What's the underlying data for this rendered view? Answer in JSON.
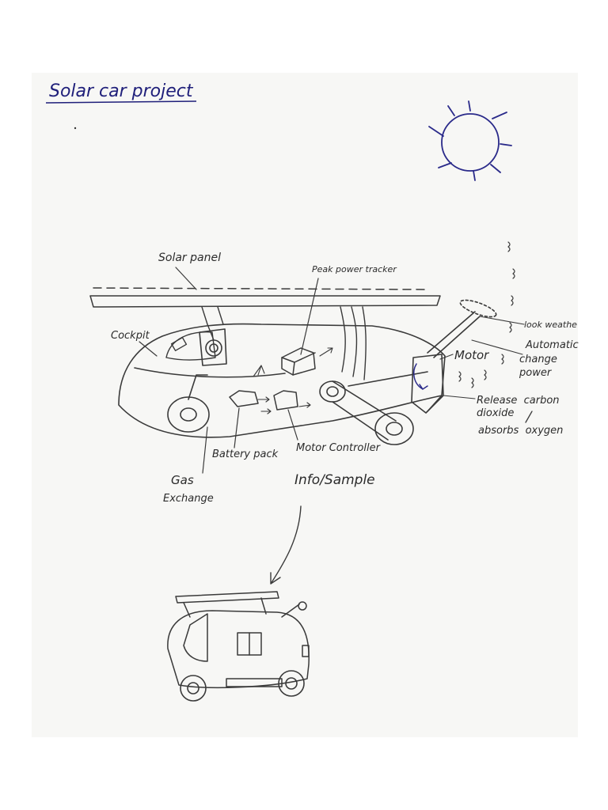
{
  "title": "Solar car project",
  "labels": {
    "solar_panel": "Solar panel",
    "peak_power_tracker": "Peak power tracker",
    "cockpit": "Cockpit",
    "motor": "Motor",
    "look_weather": "look weathe",
    "automatic_change_power": [
      "Automatic",
      "change",
      "power"
    ],
    "release_carbon_dioxide": [
      "Release  carbon",
      "dioxide"
    ],
    "absorbs_oxygen": "absorbs  oxygen",
    "battery_pack": "Battery pack",
    "motor_controller": "Motor Controller",
    "gas_exchange": [
      "Gas",
      "Exchange"
    ],
    "info_sample": "Info/Sample"
  },
  "colors": {
    "paper": "#f7f7f5",
    "pencil": "#3a3a3a",
    "blue_ink": "#2a2a8a"
  }
}
